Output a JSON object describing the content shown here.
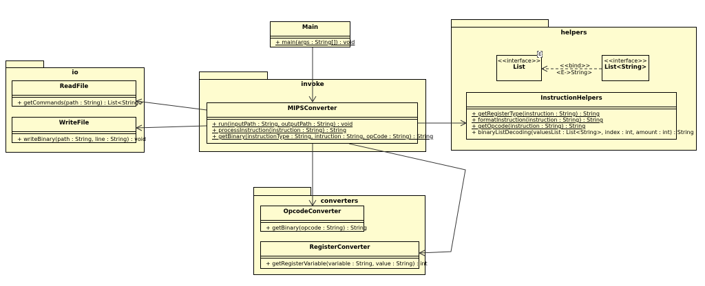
{
  "packages": {
    "io": "io",
    "invoke": "invoke",
    "helpers": "helpers",
    "converters": "converters"
  },
  "classes": {
    "main": {
      "name": "Main",
      "ops": [
        "+ main(args : String[]) : void"
      ]
    },
    "readfile": {
      "name": "ReadFile",
      "ops": [
        "+ getCommands(path : String) : List<String>"
      ]
    },
    "writefile": {
      "name": "WriteFile",
      "ops": [
        "+ writeBinary(path : String, line : String) : void"
      ]
    },
    "mips": {
      "name": "MIPSConverter",
      "ops": [
        "+ run(inputPath : String, outputPath : String) : void",
        "+ processInstruction(instruction : String) : String",
        "+ getBinary(instructionType : String, intruction : String, opCode : String) : String"
      ]
    },
    "list": {
      "stereotype": "<<interface>>",
      "name": "List",
      "type_param": "E"
    },
    "liststring": {
      "stereotype": "<<interface>>",
      "name": "List<String>"
    },
    "instr": {
      "name": "InstructionHelpers",
      "ops": [
        "+ getRegisterType(instruction : String) : String",
        "+ formatInstruction(instruction : String) : String",
        "+ getOpcode(instruction : String) : String",
        "+ binaryListDecoding(valuesList : List<String>, index : int, amount : int) : String"
      ]
    },
    "opcode": {
      "name": "OpcodeConverter",
      "ops": [
        "+ getBinary(opcode : String) : String"
      ]
    },
    "register": {
      "name": "RegisterConverter",
      "ops": [
        "+ getRegisterVariable(variable : String, value : String) : int"
      ]
    }
  },
  "bind": {
    "label": "<<bind>>",
    "substitution": "<E->String>"
  }
}
